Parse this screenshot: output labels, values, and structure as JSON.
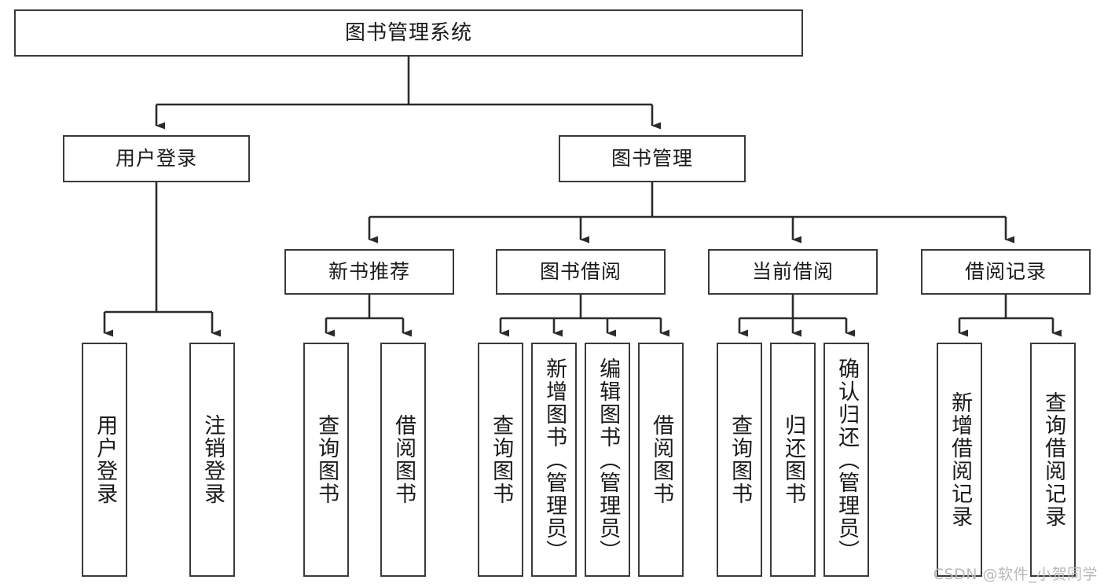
{
  "diagram": {
    "title": "图书管理系统",
    "type": "tree",
    "watermark": "CSDN @软件_小贺同学",
    "colors": {
      "box_border": "#3a3a3a",
      "box_fill": "#ffffff",
      "connector": "#2b2b2b",
      "text": "#1a1a1a",
      "watermark": "#b9b9b9",
      "background": "#ffffff"
    },
    "levels": {
      "root": {
        "label": "图书管理系统"
      },
      "level2": [
        {
          "label": "用户登录"
        },
        {
          "label": "图书管理"
        }
      ],
      "level3": [
        {
          "label": "新书推荐"
        },
        {
          "label": "图书借阅"
        },
        {
          "label": "当前借阅"
        },
        {
          "label": "借阅记录"
        }
      ]
    },
    "leaves": {
      "user_login": [
        {
          "label": "用户登录"
        },
        {
          "label": "注销登录"
        }
      ],
      "new_book_recommend": [
        {
          "label": "查询图书"
        },
        {
          "label": "借阅图书"
        }
      ],
      "book_borrow": [
        {
          "label": "查询图书"
        },
        {
          "label": "新增图书（管理员）"
        },
        {
          "label": "编辑图书（管理员）"
        },
        {
          "label": "借阅图书"
        }
      ],
      "current_borrow": [
        {
          "label": "查询图书"
        },
        {
          "label": "归还图书"
        },
        {
          "label": "确认归还（管理员）"
        }
      ],
      "borrow_record": [
        {
          "label": "新增借阅记录"
        },
        {
          "label": "查询借阅记录"
        }
      ]
    }
  }
}
